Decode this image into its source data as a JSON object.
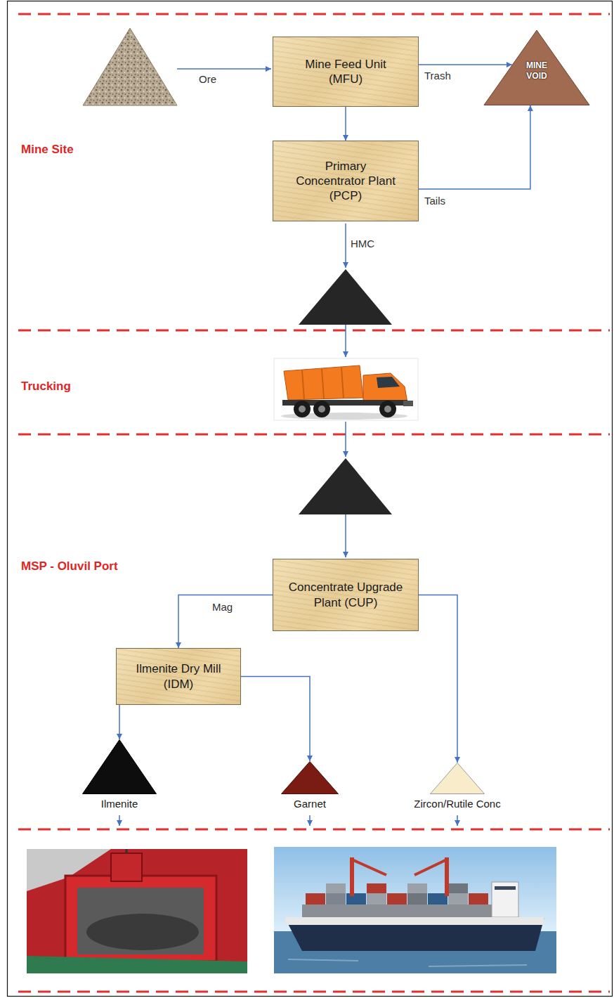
{
  "diagram": {
    "nodes": [
      {
        "text": [
          "Mine Feed Unit (MFU)"
        ]
      },
      {
        "text": [
          "MINE VOID"
        ]
      },
      {
        "text": [
          "Primary Concentrator Plant (PCP)"
        ]
      },
      {
        "text": [
          "Concentrate Upgrade Plant (CUP)"
        ]
      },
      {
        "text": [
          "Ilmenite Dry Mill (IDM)"
        ]
      },
      {
        "text": [
          "Ilmenite"
        ]
      },
      {
        "text": [
          "Garnet"
        ]
      },
      {
        "text": [
          "Zircon/Rutile Conc"
        ]
      }
    ],
    "edges": [
      {
        "from": 0,
        "to": 1,
        "label": "Trash",
        "arrow": "to"
      },
      {
        "from": 0,
        "to": 2,
        "arrow": "to"
      },
      {
        "from": 2,
        "to": 1,
        "label": "Tails",
        "arrow": "to"
      },
      {
        "from": 3,
        "to": 4,
        "label": "Mag",
        "arrow": "to"
      },
      {
        "from": 3,
        "to": 7,
        "arrow": "to"
      },
      {
        "from": 4,
        "to": 5,
        "arrow": "to"
      },
      {
        "from": 4,
        "to": 6,
        "arrow": "to"
      }
    ],
    "labels": [
      "Ore",
      "HMC",
      "Mine Site",
      "Trucking",
      "MSP - Oluvil Port"
    ]
  }
}
